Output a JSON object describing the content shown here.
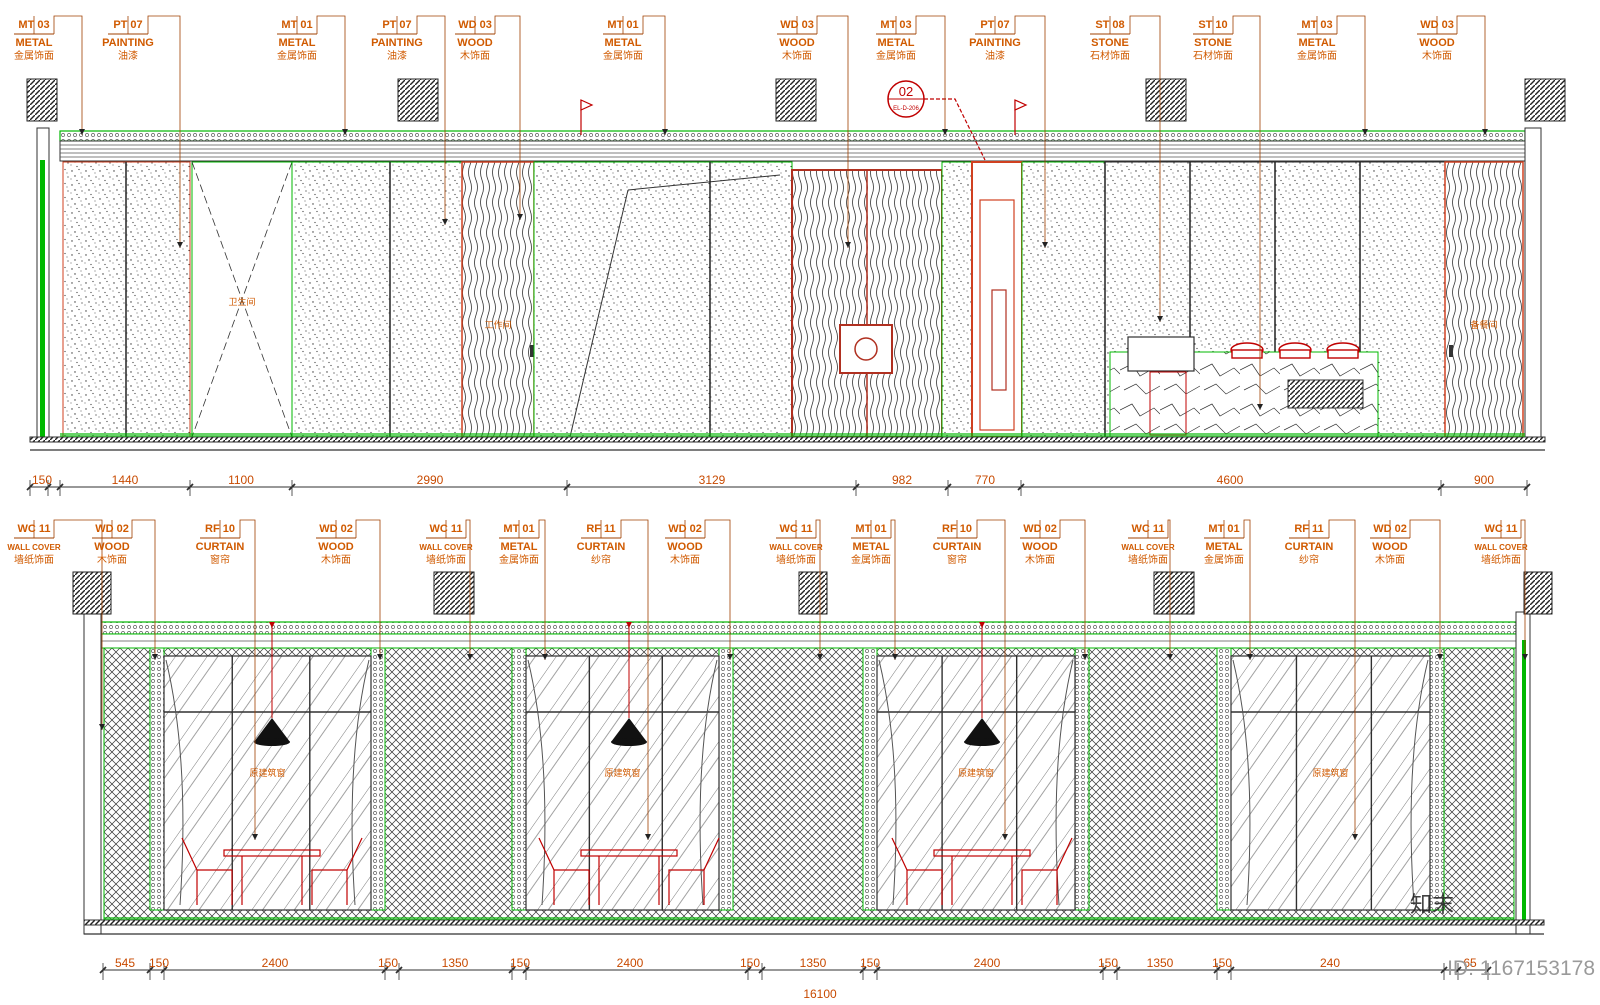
{
  "elevation_a": {
    "tags": [
      {
        "code": "MT 03",
        "en": "METAL",
        "cn": "金属饰面"
      },
      {
        "code": "PT 07",
        "en": "PAINTING",
        "cn": "油漆"
      },
      {
        "code": "MT 01",
        "en": "METAL",
        "cn": "金属饰面"
      },
      {
        "code": "PT 07",
        "en": "PAINTING",
        "cn": "油漆"
      },
      {
        "code": "WD 03",
        "en": "WOOD",
        "cn": "木饰面"
      },
      {
        "code": "MT 01",
        "en": "METAL",
        "cn": "金属饰面"
      },
      {
        "code": "WD 03",
        "en": "WOOD",
        "cn": "木饰面"
      },
      {
        "code": "MT 03",
        "en": "METAL",
        "cn": "金属饰面"
      },
      {
        "code": "PT 07",
        "en": "PAINTING",
        "cn": "油漆"
      },
      {
        "code": "ST 08",
        "en": "STONE",
        "cn": "石材饰面"
      },
      {
        "code": "ST 10",
        "en": "STONE",
        "cn": "石材饰面"
      },
      {
        "code": "MT 03",
        "en": "METAL",
        "cn": "金属饰面"
      },
      {
        "code": "WD 03",
        "en": "WOOD",
        "cn": "木饰面"
      }
    ],
    "rooms": [
      "卫生间",
      "工作间",
      "备餐间"
    ],
    "detail_ref": {
      "number": "02",
      "sheet": "EL-D-206"
    },
    "dimensions": [
      "150",
      "1440",
      "1100",
      "2990",
      "3129",
      "982",
      "770",
      "4600",
      "900"
    ]
  },
  "elevation_b": {
    "tags": [
      {
        "code": "WC 11",
        "en": "WALL COVER",
        "cn": "墙纸饰面"
      },
      {
        "code": "WD 02",
        "en": "WOOD",
        "cn": "木饰面"
      },
      {
        "code": "RF 10",
        "en": "CURTAIN",
        "cn": "窗帘"
      },
      {
        "code": "WD 02",
        "en": "WOOD",
        "cn": "木饰面"
      },
      {
        "code": "WC 11",
        "en": "WALL COVER",
        "cn": "墙纸饰面"
      },
      {
        "code": "MT 01",
        "en": "METAL",
        "cn": "金属饰面"
      },
      {
        "code": "RF 11",
        "en": "CURTAIN",
        "cn": "纱帘"
      },
      {
        "code": "WD 02",
        "en": "WOOD",
        "cn": "木饰面"
      },
      {
        "code": "WC 11",
        "en": "WALL COVER",
        "cn": "墙纸饰面"
      },
      {
        "code": "MT 01",
        "en": "METAL",
        "cn": "金属饰面"
      },
      {
        "code": "RF 10",
        "en": "CURTAIN",
        "cn": "窗帘"
      },
      {
        "code": "WD 02",
        "en": "WOOD",
        "cn": "木饰面"
      },
      {
        "code": "WC 11",
        "en": "WALL COVER",
        "cn": "墙纸饰面"
      },
      {
        "code": "MT 01",
        "en": "METAL",
        "cn": "金属饰面"
      },
      {
        "code": "RF 11",
        "en": "CURTAIN",
        "cn": "纱帘"
      },
      {
        "code": "WD 02",
        "en": "WOOD",
        "cn": "木饰面"
      },
      {
        "code": "WC 11",
        "en": "WALL COVER",
        "cn": "墙纸饰面"
      }
    ],
    "window_label": "原建筑窗",
    "dimensions": [
      "545",
      "150",
      "2400",
      "150",
      "1350",
      "150",
      "2400",
      "150",
      "1350",
      "150",
      "2400",
      "150",
      "1350",
      "150",
      "240",
      "65"
    ],
    "total": "16100"
  },
  "watermark": {
    "logo": "知末",
    "id": "ID: 1167153178"
  },
  "colors": {
    "tag": "#d05a00",
    "outline": "#00b800",
    "detail": "#c00000",
    "line": "#202020"
  }
}
